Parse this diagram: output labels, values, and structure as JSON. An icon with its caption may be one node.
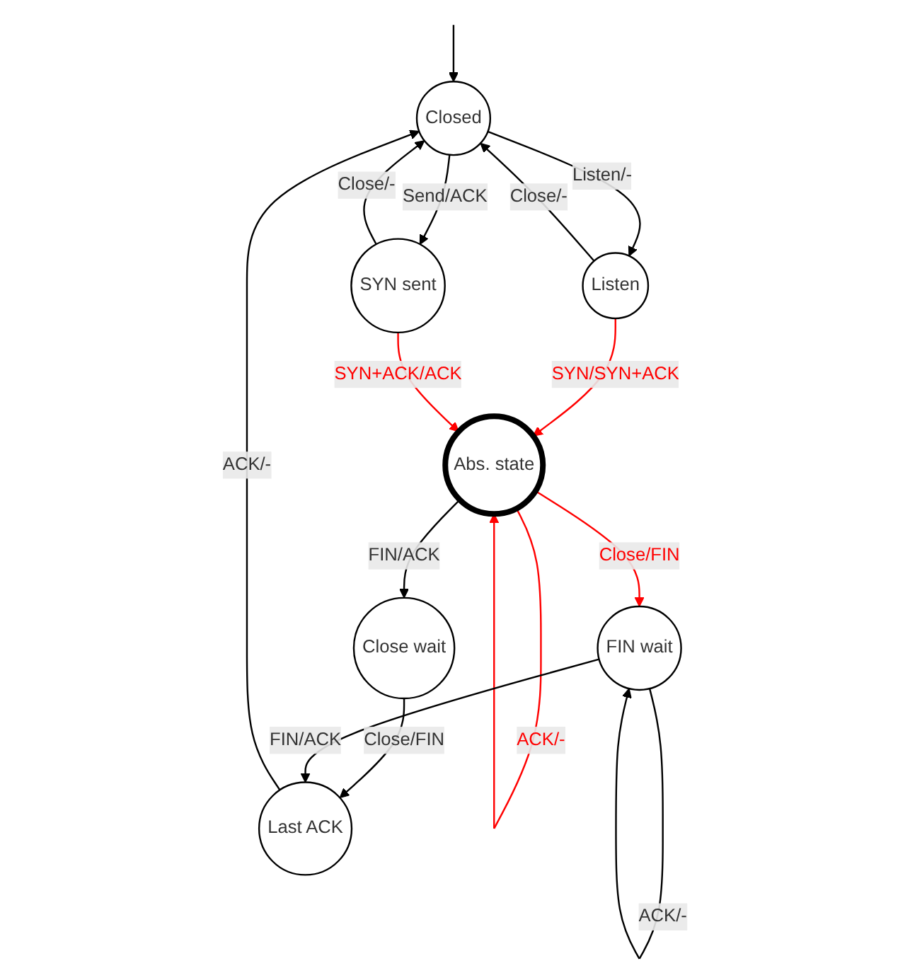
{
  "diagram": {
    "nodes": [
      {
        "text": [
          "Closed"
        ]
      },
      {
        "text": [
          "Listen"
        ]
      },
      {
        "text": [
          "SYN sent"
        ]
      },
      {
        "text": [
          "Abs. state"
        ]
      },
      {
        "text": [
          "Close wait"
        ]
      },
      {
        "text": [
          "FIN wait"
        ]
      },
      {
        "text": [
          "Last ACK"
        ]
      }
    ],
    "edges": [
      {
        "from": null,
        "to": 0,
        "arrow": "to"
      },
      {
        "from": 0,
        "to": 1,
        "arrow": "to",
        "label": "Listen/-"
      },
      {
        "from": 1,
        "to": 0,
        "arrow": "to",
        "label": "Close/-"
      },
      {
        "from": 0,
        "to": 2,
        "arrow": "to",
        "label": "Send/ACK"
      },
      {
        "from": 2,
        "to": 0,
        "arrow": "to",
        "label": "Close/-"
      },
      {
        "from": 1,
        "to": 3,
        "arrow": "to",
        "label": "SYN/SYN+ACK",
        "color": "#ff0000"
      },
      {
        "from": 2,
        "to": 3,
        "arrow": "to",
        "label": "SYN+ACK/ACK",
        "color": "#ff0000"
      },
      {
        "from": 3,
        "to": 4,
        "arrow": "to",
        "label": "FIN/ACK"
      },
      {
        "from": 3,
        "to": 3,
        "arrow": "to",
        "label": "ACK/-",
        "color": "#ff0000"
      },
      {
        "from": 3,
        "to": 5,
        "arrow": "to",
        "label": "Close/FIN",
        "color": "#ff0000"
      },
      {
        "from": 4,
        "to": 6,
        "arrow": "to",
        "label": "Close/FIN"
      },
      {
        "from": 5,
        "to": 6,
        "arrow": "to",
        "label": "FIN/ACK"
      },
      {
        "from": 5,
        "to": 5,
        "arrow": "to",
        "label": "ACK/-"
      },
      {
        "from": 6,
        "to": 0,
        "arrow": "to",
        "label": "ACK/-"
      }
    ]
  }
}
